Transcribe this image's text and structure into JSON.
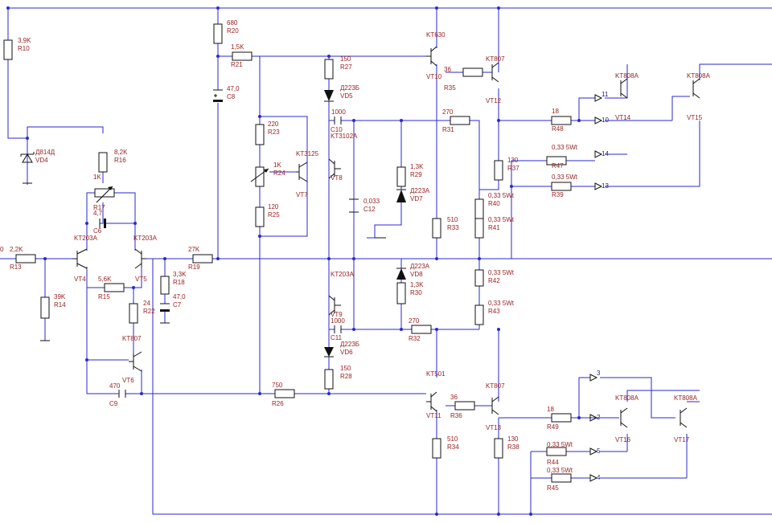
{
  "colors": {
    "wire": "#2a2ad0",
    "component": "#111111",
    "label": "#9a2121",
    "node_label": "#1b1b90",
    "background": "#ffffff"
  },
  "labels": {
    "r10": "3,9K",
    "r10n": "R10",
    "r20": "680",
    "r20n": "R20",
    "r21": "1,5K",
    "r21n": "R21",
    "c8": "47,0",
    "c8n": "C8",
    "r23": "220",
    "r23n": "R23",
    "r24": "1K",
    "r24n": "R24",
    "r25": "120",
    "r25n": "R25",
    "vt7t": "KT3125",
    "vt7n": "VT7",
    "r27": "150",
    "r27n": "R27",
    "vd5t": "Д223Б",
    "vd5n": "VD5",
    "c10": "1000",
    "c10n": "C10",
    "vt8t": "KT3102A",
    "vt8n": "VT8",
    "c12": "0,033",
    "c12n": "C12",
    "r29": "1,3K",
    "r29n": "R29",
    "vd7t": "Д223А",
    "vd7n": "VD7",
    "vd8t": "Д223А",
    "vd8n": "VD8",
    "r30": "1,3K",
    "r30n": "R30",
    "vt9t": "KT203A",
    "vt9n": "VT9",
    "c11": "1000",
    "c11n": "C11",
    "vd6t": "Д223Б",
    "vd6n": "VD6",
    "r28": "150",
    "r28n": "R28",
    "r26": "750",
    "r26n": "R26",
    "vt10t": "KT630",
    "vt10n": "VT10",
    "r35": "36",
    "r35n": "R35",
    "vt12t": "KT807",
    "vt12n": "VT12",
    "r31": "270",
    "r31n": "R31",
    "r33": "510",
    "r33n": "R33",
    "r37": "130",
    "r37n": "R37",
    "r40": "0,33 5Wt",
    "r40n": "R40",
    "r41": "0,33 5Wt",
    "r41n": "R41",
    "r42": "0,33 5Wt",
    "r42n": "R42",
    "r43": "0,33 5Wt",
    "r43n": "R43",
    "r32": "270",
    "r32n": "R32",
    "vt11t": "KT501",
    "vt11n": "VT11",
    "r36": "36",
    "r36n": "R36",
    "vt13t": "KT807",
    "vt13n": "VT13",
    "r34": "510",
    "r34n": "R34",
    "r38": "130",
    "r38n": "R38",
    "vt14t": "KT808A",
    "vt14n": "VT14",
    "vt15t": "KT808A",
    "vt15n": "VT15",
    "r48": "18",
    "r48n": "R48",
    "r47": "0,33 5Wt",
    "r47n": "R47",
    "r39": "0,33 5Wt",
    "r39n": "R39",
    "n11": "11",
    "n10": "10",
    "n14": "14",
    "n13": "13",
    "vt16t": "KT808A",
    "vt16n": "VT16",
    "vt17t": "KT808A",
    "vt17n": "VT17",
    "r49": "18",
    "r49n": "R49",
    "r44": "0,33 5Wt",
    "r44n": "R44",
    "r45": "0,33 5Wt",
    "r45n": "R45",
    "n3": "3",
    "n2": "2",
    "n5": "5",
    "n4": "4",
    "vd4t": "Д814Д",
    "vd4n": "VD4",
    "r16": "8,2K",
    "r16n": "R16",
    "r17t": "1K",
    "r17n": "R17",
    "c6": "4,7",
    "c6n": "C6",
    "vt4t": "KT203A",
    "vt4n": "VT4",
    "vt5t": "KT203A",
    "vt5n": "VT5",
    "in0": "0",
    "r13": "2,2K",
    "r13n": "R13",
    "r14": "39K",
    "r14n": "R14",
    "r15": "5,6K",
    "r15n": "R15",
    "r22": "24",
    "r22n": "R22",
    "r18": "3,3K",
    "r18n": "R18",
    "c7": "47,0",
    "c7n": "C7",
    "r19": "27K",
    "r19n": "R19",
    "vt6t": "KT807",
    "vt6n": "VT6",
    "c9": "470",
    "c9n": "C9"
  }
}
